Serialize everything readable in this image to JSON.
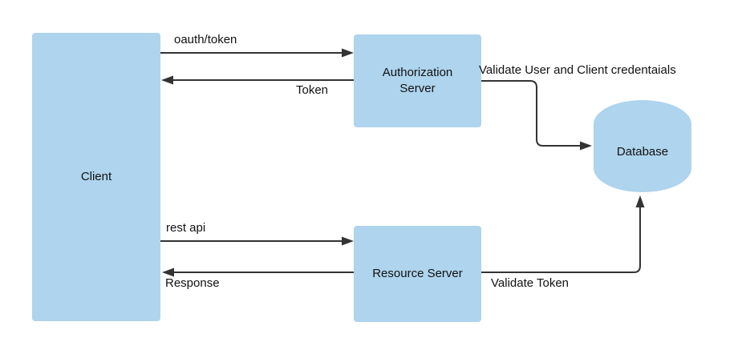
{
  "diagram": {
    "colors": {
      "node_fill": "#AED4EE",
      "arrow": "#333333",
      "text": "#111111",
      "background": "#FFFFFF"
    },
    "nodes": [
      {
        "id": "client",
        "label": "Client",
        "shape": "rectangle"
      },
      {
        "id": "authorization-server",
        "label": "Authorization Server",
        "shape": "rectangle"
      },
      {
        "id": "resource-server",
        "label": "Resource Server",
        "shape": "rectangle"
      },
      {
        "id": "database",
        "label": "Database",
        "shape": "cylinder"
      }
    ],
    "edges": [
      {
        "from": "client",
        "to": "authorization-server",
        "label": "oauth/token"
      },
      {
        "from": "authorization-server",
        "to": "client",
        "label": "Token"
      },
      {
        "from": "authorization-server",
        "to": "database",
        "label": "Validate User and Client credentaials"
      },
      {
        "from": "client",
        "to": "resource-server",
        "label": "rest api"
      },
      {
        "from": "resource-server",
        "to": "client",
        "label": "Response"
      },
      {
        "from": "resource-server",
        "to": "database",
        "label": "Validate Token"
      }
    ]
  }
}
